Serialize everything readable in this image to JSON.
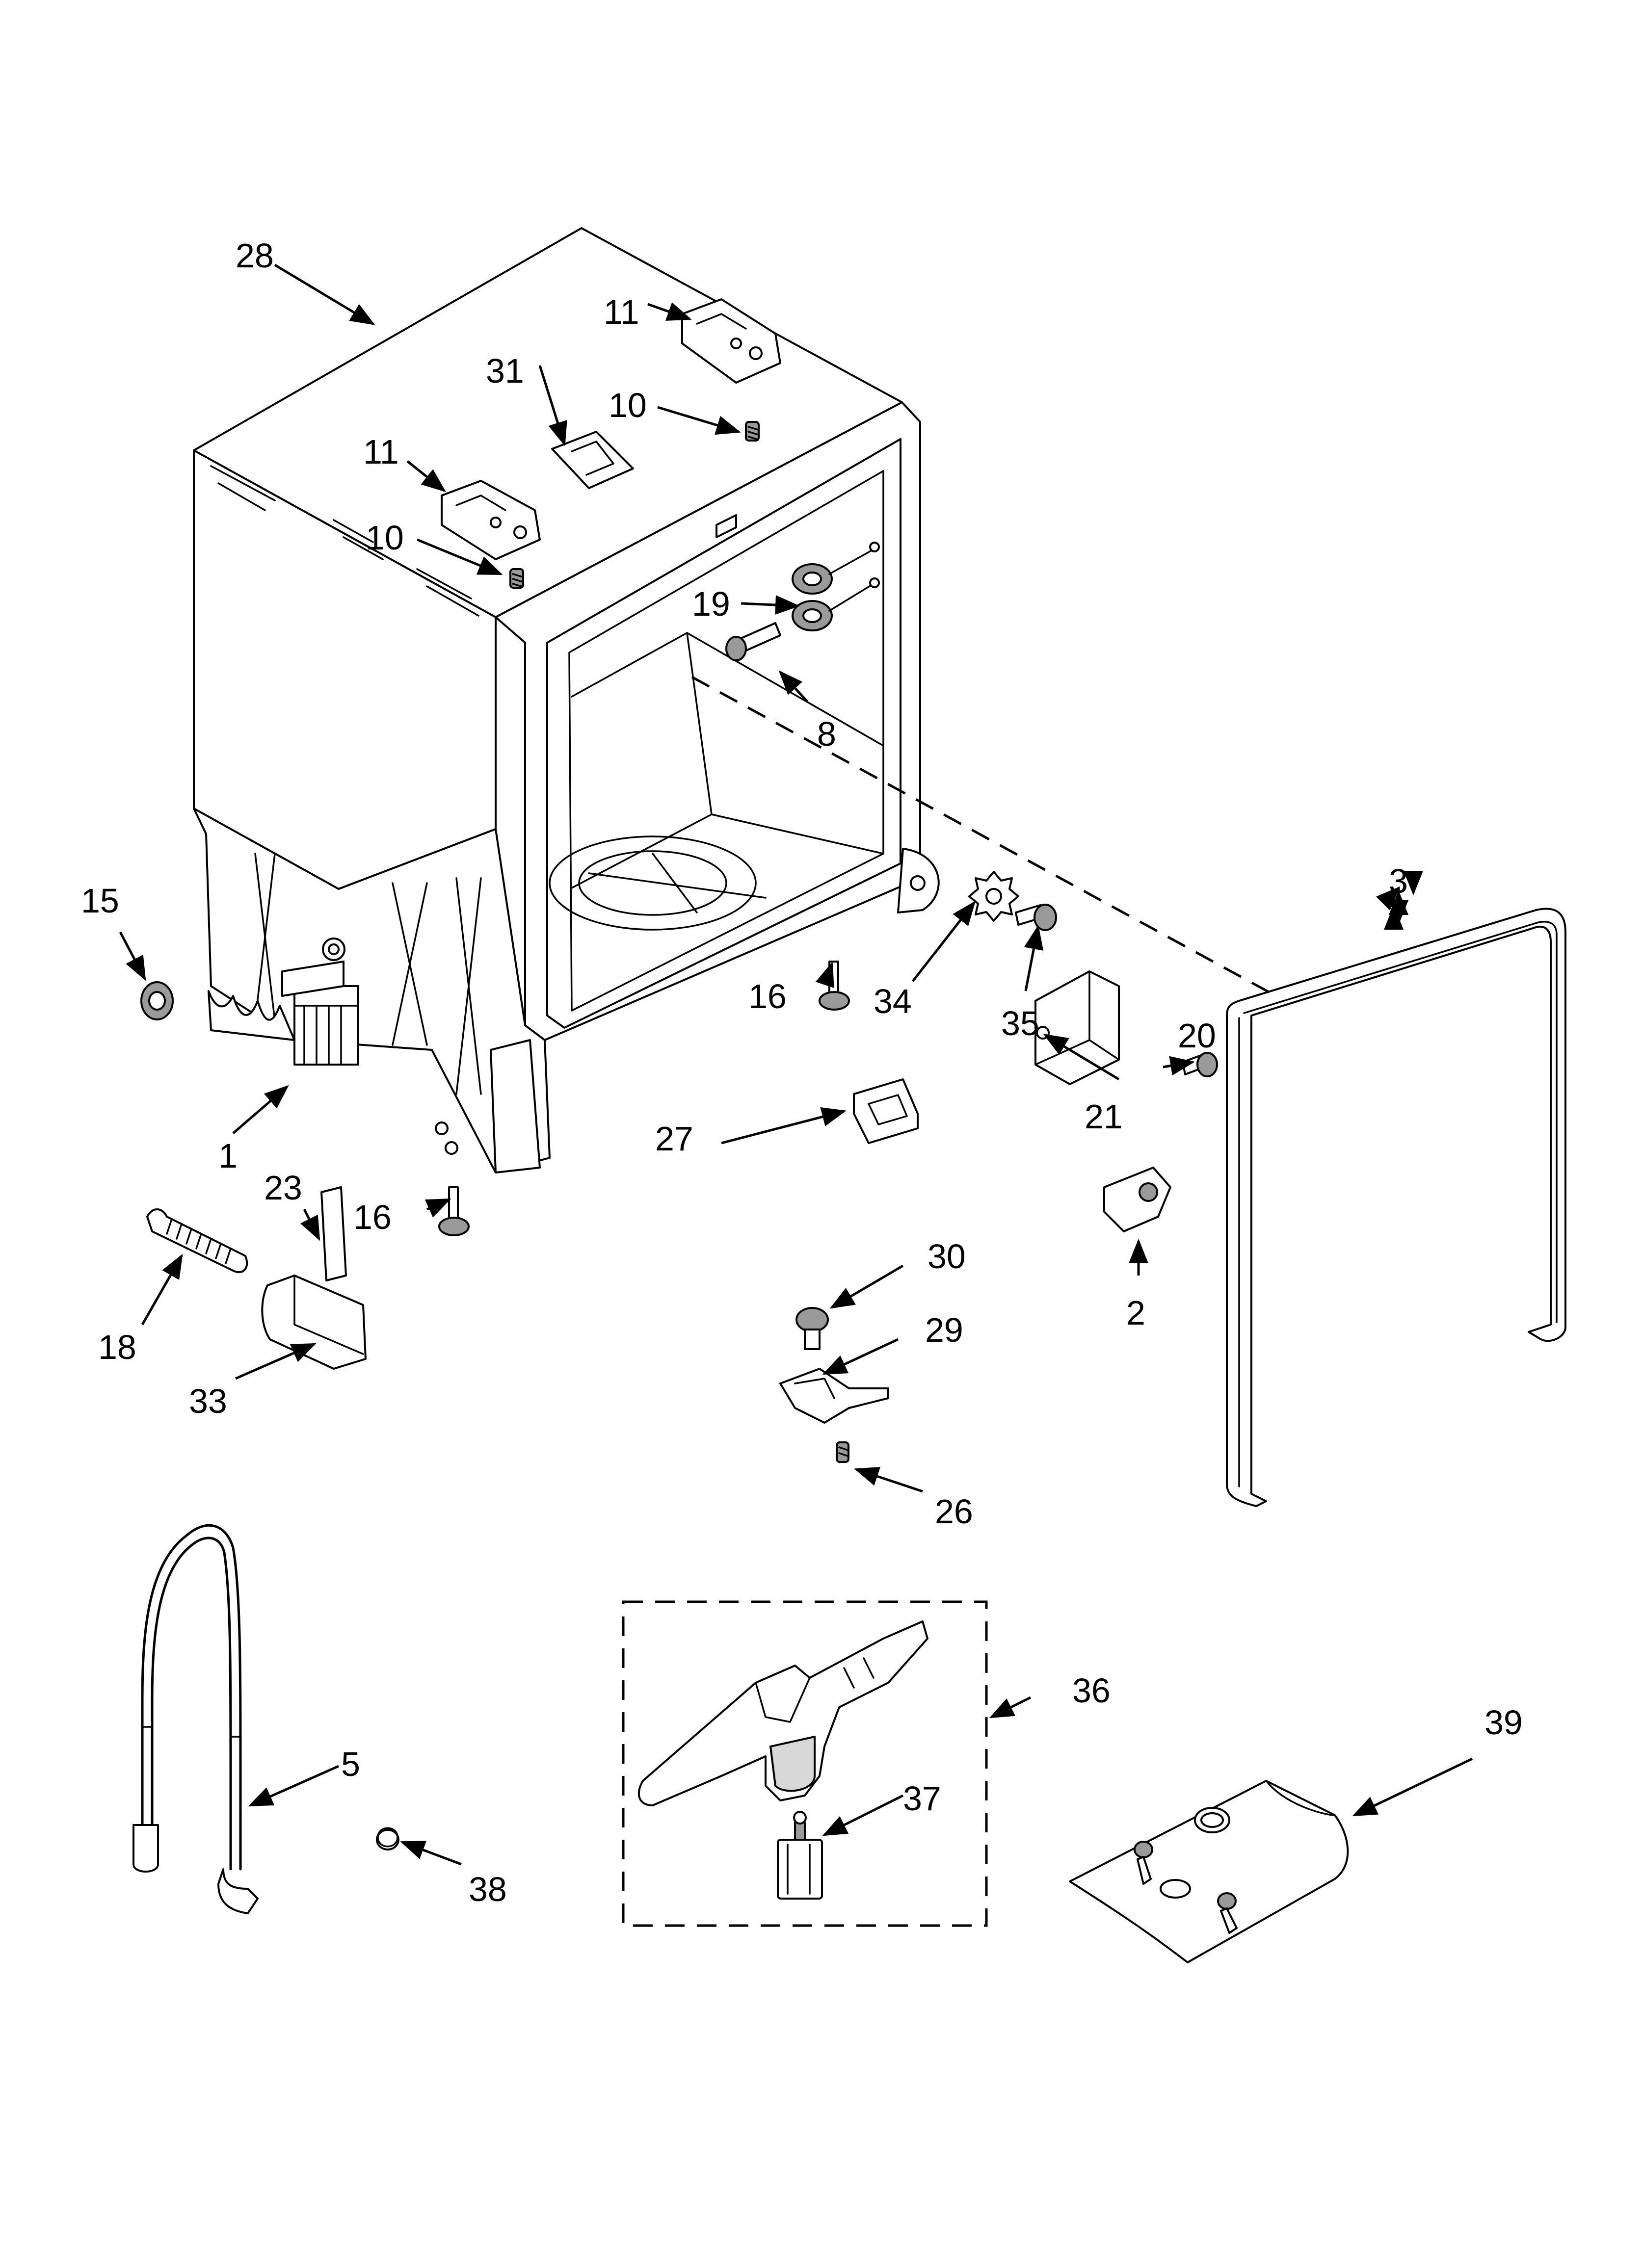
{
  "callouts": {
    "c1": "1",
    "c2": "2",
    "c3": "3",
    "c5": "5",
    "c8": "8",
    "c10a": "10",
    "c10b": "10",
    "c11a": "11",
    "c11b": "11",
    "c15": "15",
    "c16a": "16",
    "c16b": "16",
    "c18": "18",
    "c19": "19",
    "c20": "20",
    "c21": "21",
    "c23": "23",
    "c26": "26",
    "c27": "27",
    "c28": "28",
    "c29": "29",
    "c30": "30",
    "c31": "31",
    "c33": "33",
    "c34": "34",
    "c35": "35",
    "c36": "36",
    "c37": "37",
    "c38": "38",
    "c39": "39"
  }
}
